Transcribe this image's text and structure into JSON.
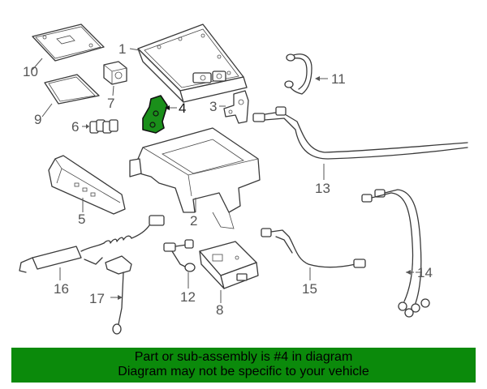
{
  "callouts": [
    "1",
    "2",
    "3",
    "4",
    "5",
    "6",
    "7",
    "8",
    "9",
    "10",
    "11",
    "12",
    "13",
    "14",
    "15",
    "16",
    "17"
  ],
  "highlight_color": "#1a8f1a",
  "banner": {
    "color": "#0b8a0b",
    "line1": "Part or sub-assembly is #4 in diagram",
    "line2": "Diagram may not be specific to your vehicle"
  }
}
